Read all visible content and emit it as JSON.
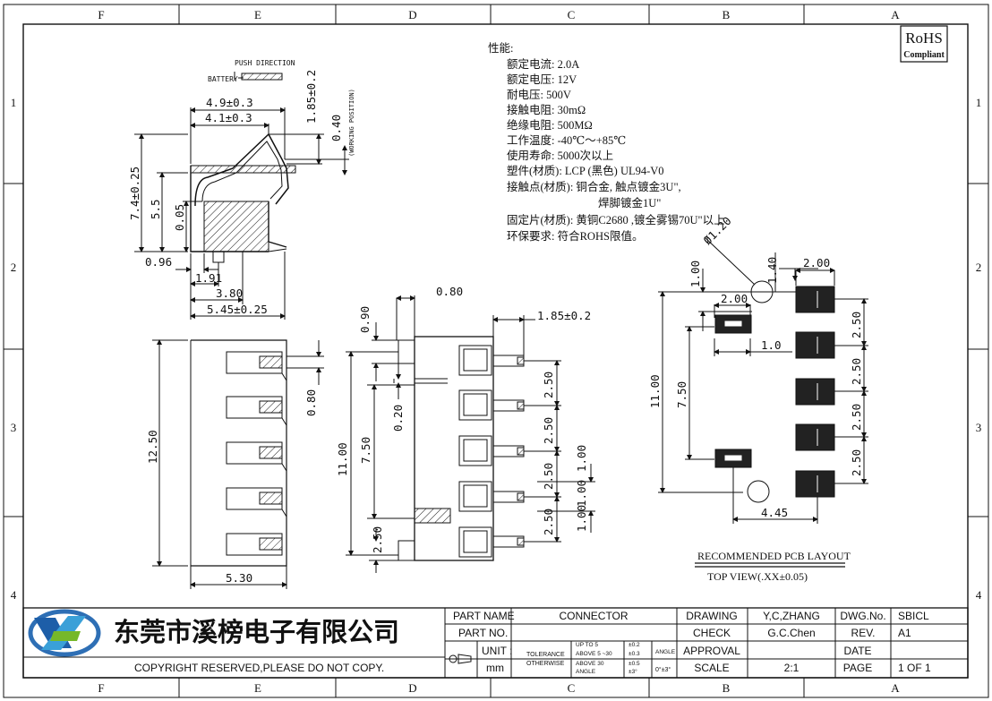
{
  "frame": {
    "cols_top": [
      "F",
      "E",
      "D",
      "C",
      "B",
      "A"
    ],
    "cols_bottom": [
      "F",
      "E",
      "D",
      "C",
      "B",
      "A"
    ],
    "rows_left": [
      "1",
      "2",
      "3",
      "4"
    ],
    "rows_right": [
      "1",
      "2",
      "3",
      "4"
    ]
  },
  "rohs": {
    "title": "RoHS",
    "subtitle": "Compliant"
  },
  "specs": {
    "heading": "性能:",
    "lines": [
      "额定电流: 2.0A",
      "额定电压: 12V",
      "耐电压: 500V",
      "接触电阻: 30mΩ",
      "绝缘电阻: 500MΩ",
      "工作温度: -40℃～+85℃",
      "使用寿命: 5000次以上",
      "塑件(材质): LCP (黑色) UL94-V0",
      "接触点(材质): 铜合金, 触点镀金3U\",",
      "焊脚镀金1U\"",
      "固定片(材质): 黄铜C2680 ,镀全雾锡70U\"以上",
      "环保要求: 符合ROHS限值。"
    ]
  },
  "side_view": {
    "push_direction": "PUSH DIRECTION",
    "battery": "BATTERY",
    "working_position": "(WORKING POSITION)",
    "dims": {
      "w49": "4.9±0.3",
      "w41": "4.1±0.3",
      "h185": "1.85±0.2",
      "h040": "0.40",
      "h74": "7.4±0.25",
      "h55": "5.5",
      "h005": "0.05",
      "w096": "0.96",
      "w191": "1.91",
      "w380": "3.80",
      "w545": "5.45±0.25"
    }
  },
  "front_view": {
    "dims": {
      "h1250": "12.50",
      "h080": "0.80",
      "w530": "5.30"
    }
  },
  "top_view": {
    "dims": {
      "w080": "0.80",
      "w185": "1.85±0.2",
      "h090": "0.90",
      "h020": "0.20",
      "h1100": "11.00",
      "h750": "7.50",
      "h250_a": "2.50",
      "h250_b": "2.50",
      "h250_c": "2.50",
      "h250_d": "2.50",
      "h250_e": "2.50",
      "h100_a": "1.00",
      "h100_b": "1.00",
      "h100_c": "1.00"
    }
  },
  "pcb": {
    "title": "RECOMMENDED PCB LAYOUT",
    "subtitle": "TOP VIEW(.XX±0.05)",
    "dims": {
      "dia": "Ø1.20",
      "h140": "1.40",
      "w200_top": "2.00",
      "h100": "1.00",
      "w200": "2.00",
      "w10": "1.0",
      "h1100": "11.00",
      "h750": "7.50",
      "p250_a": "2.50",
      "p250_b": "2.50",
      "p250_c": "2.50",
      "p250_d": "2.50",
      "w445": "4.45"
    }
  },
  "title_block": {
    "company": "东莞市溪榜电子有限公司",
    "copyright": "COPYRIGHT RESERVED,PLEASE DO NOT COPY.",
    "part_name_label": "PART NAME",
    "part_name": "CONNECTOR",
    "part_no_label": "PART NO.",
    "unit_label": "UNIT :",
    "unit": "mm",
    "tolerance": "TOLERANCE",
    "otherwise": "OTHERWISE",
    "tol_rows": [
      {
        "range": "UP TO 5",
        "tol": "±0.2"
      },
      {
        "range": "ABOVE 5 ~30",
        "tol": "±0.3"
      },
      {
        "range": "ABOVE 30",
        "tol": "±0.5"
      },
      {
        "range": "ANGLE",
        "tol": "±3°"
      }
    ],
    "angle_label": "ANGLE",
    "angle_value": "0°±3°",
    "drawing_label": "DRAWING",
    "drawing": "Y,C,ZHANG",
    "check_label": "CHECK",
    "check": "G.C.Chen",
    "approval_label": "APPROVAL",
    "scale_label": "SCALE",
    "scale": "2:1",
    "dwg_label": "DWG.No.",
    "dwg": "SBICL",
    "rev_label": "REV.",
    "rev": "A1",
    "date_label": "DATE",
    "page_label": "PAGE",
    "page": "1 OF 1"
  }
}
